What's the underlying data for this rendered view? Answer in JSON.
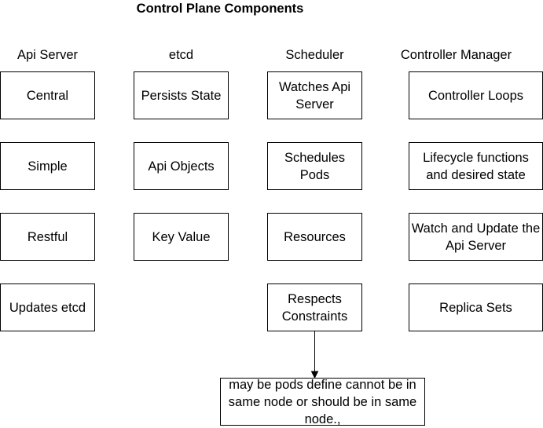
{
  "title": "Control Plane Components",
  "columns": [
    {
      "header": "Api Server",
      "items": [
        "Central",
        "Simple",
        "Restful",
        "Updates etcd"
      ]
    },
    {
      "header": "etcd",
      "items": [
        "Persists State",
        "Api Objects",
        "Key Value"
      ]
    },
    {
      "header": "Scheduler",
      "items": [
        "Watches Api Server",
        "Schedules Pods",
        "Resources",
        "Respects Constraints"
      ]
    },
    {
      "header": "Controller Manager",
      "items": [
        "Controller Loops",
        "Lifecycle functions and desired state",
        "Watch and Update the Api Server",
        "Replica Sets"
      ]
    }
  ],
  "note": "may be pods define cannot be in same node or should be in same node.,",
  "colors": {
    "stroke": "#000000",
    "fill": "#ffffff"
  }
}
